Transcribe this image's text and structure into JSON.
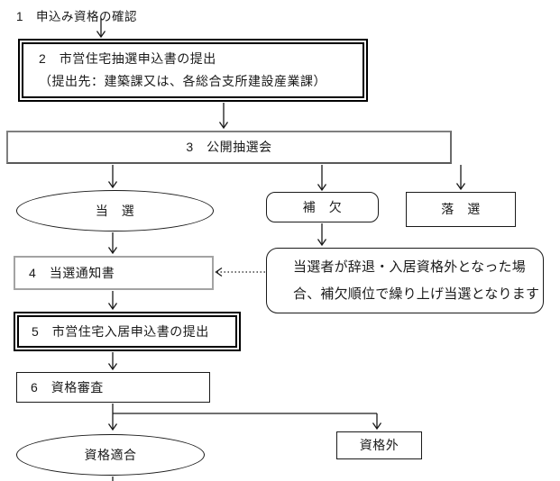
{
  "flow": {
    "step1": {
      "label": "1　申込み資格の確認"
    },
    "step2": {
      "line1": "2　市営住宅抽選申込書の提出",
      "line2": "（提出先：建築課又は、各総合支所建設産業課）"
    },
    "step3": {
      "label": "3　公開抽選会"
    },
    "outcomes": {
      "win": "当　選",
      "alternate": "補　欠",
      "lose": "落　選"
    },
    "step4": {
      "label": "4　当選通知書"
    },
    "note": {
      "lines": [
        "当選者が辞退・入居資格外となった場",
        "合、補欠順位で繰り上げ当選となります"
      ]
    },
    "step5": {
      "label": "5　市営住宅入居申込書の提出"
    },
    "step6": {
      "label": "6　資格審査"
    },
    "results": {
      "eligible": "資格適合",
      "ineligible": "資格外"
    }
  },
  "colors": {
    "ink": "#1a1a1a",
    "border-gray": "#7f7f7f",
    "border-light-gray": "#a3a3a3",
    "bg": "#ffffff"
  }
}
